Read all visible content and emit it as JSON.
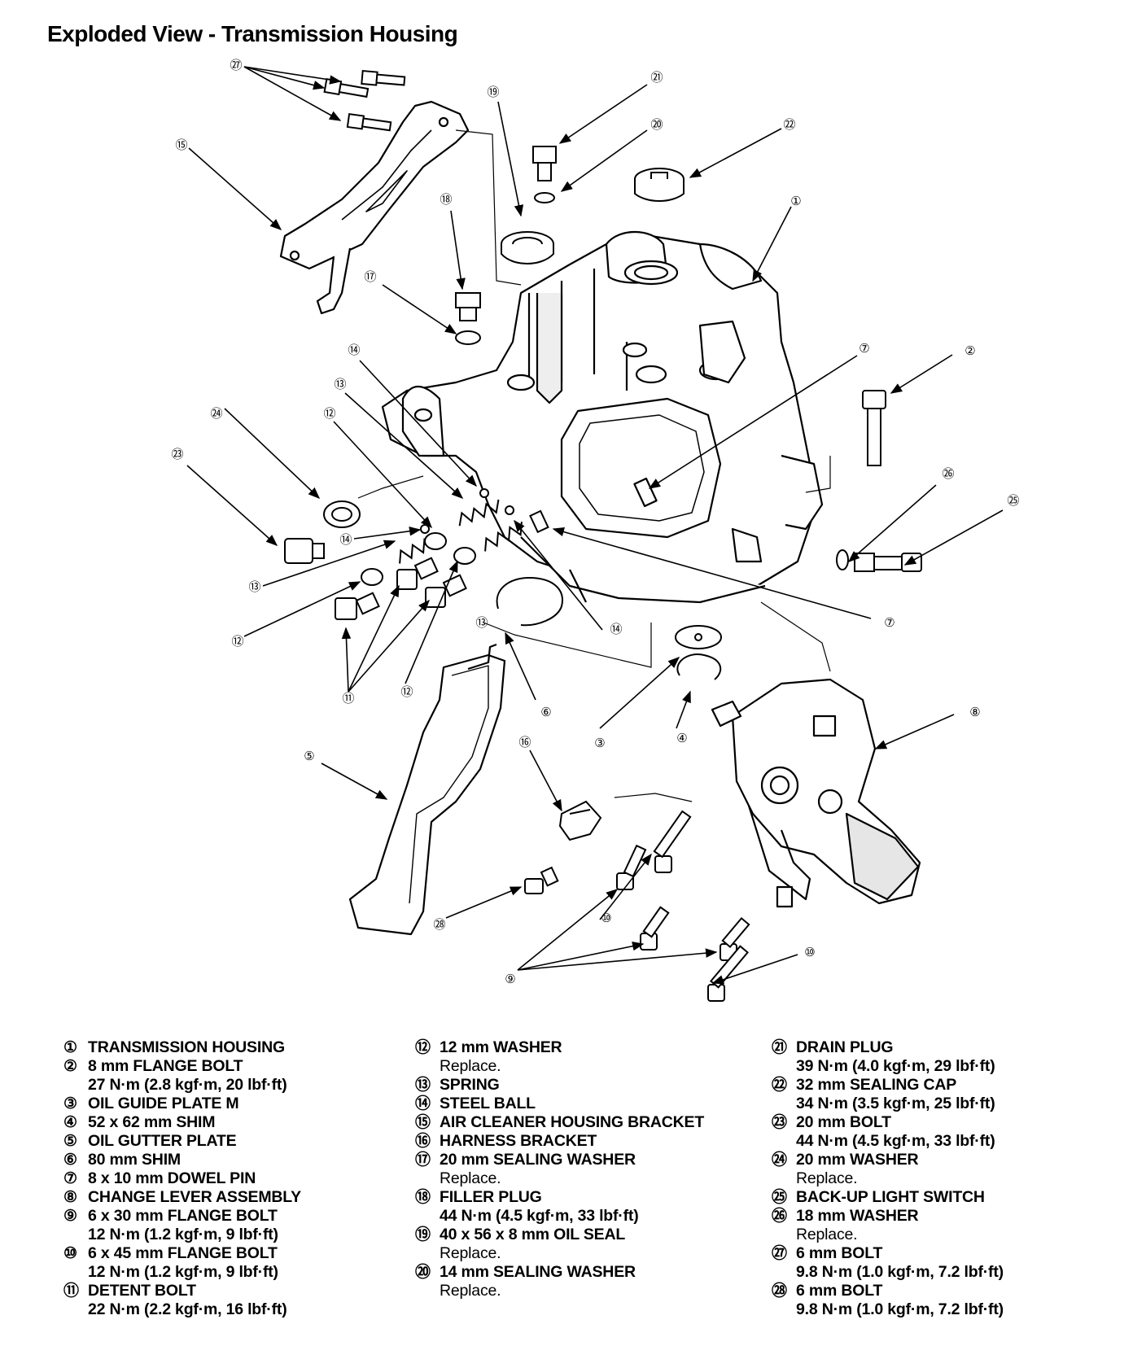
{
  "title": "Exploded View - Transmission Housing",
  "colors": {
    "ink": "#000000",
    "paper": "#ffffff",
    "metal": "#d8d8d8"
  },
  "callouts": [
    "①",
    "②",
    "③",
    "④",
    "⑤",
    "⑥",
    "⑦",
    "⑧",
    "⑨",
    "⑩",
    "⑪",
    "⑫",
    "⑬",
    "⑭",
    "⑮",
    "⑯",
    "⑰",
    "⑱",
    "⑲",
    "⑳",
    "㉑",
    "㉒",
    "㉓",
    "㉔",
    "㉕",
    "㉖",
    "㉗",
    "㉘"
  ],
  "legend": {
    "col1": [
      {
        "num": "①",
        "name": "TRANSMISSION HOUSING"
      },
      {
        "num": "②",
        "name": "8 mm FLANGE BOLT",
        "spec": "27 N·m (2.8 kgf·m, 20 lbf·ft)"
      },
      {
        "num": "③",
        "name": "OIL GUIDE PLATE M"
      },
      {
        "num": "④",
        "name": "52 x 62 mm SHIM"
      },
      {
        "num": "⑤",
        "name": "OIL GUTTER PLATE"
      },
      {
        "num": "⑥",
        "name": "80 mm SHIM"
      },
      {
        "num": "⑦",
        "name": "8 x 10 mm DOWEL PIN"
      },
      {
        "num": "⑧",
        "name": "CHANGE LEVER ASSEMBLY"
      },
      {
        "num": "⑨",
        "name": "6 x 30 mm FLANGE BOLT",
        "spec": "12 N·m (1.2 kgf·m, 9 lbf·ft)"
      },
      {
        "num": "⑩",
        "name": "6 x 45 mm FLANGE BOLT",
        "spec": "12 N·m (1.2 kgf·m, 9 lbf·ft)"
      },
      {
        "num": "⑪",
        "name": "DETENT BOLT",
        "spec": "22 N·m (2.2 kgf·m, 16 lbf·ft)"
      }
    ],
    "col2": [
      {
        "num": "⑫",
        "name": "12 mm WASHER",
        "note": "Replace."
      },
      {
        "num": "⑬",
        "name": "SPRING"
      },
      {
        "num": "⑭",
        "name": "STEEL BALL"
      },
      {
        "num": "⑮",
        "name": "AIR CLEANER HOUSING BRACKET"
      },
      {
        "num": "⑯",
        "name": "HARNESS BRACKET"
      },
      {
        "num": "⑰",
        "name": "20 mm SEALING WASHER",
        "note": "Replace."
      },
      {
        "num": "⑱",
        "name": "FILLER PLUG",
        "spec": "44 N·m (4.5 kgf·m, 33 lbf·ft)"
      },
      {
        "num": "⑲",
        "name": "40 x 56 x 8 mm OIL SEAL",
        "note": "Replace."
      },
      {
        "num": "⑳",
        "name": "14 mm SEALING WASHER",
        "note": "Replace."
      }
    ],
    "col3": [
      {
        "num": "㉑",
        "name": "DRAIN PLUG",
        "spec": "39 N·m (4.0 kgf·m, 29 lbf·ft)"
      },
      {
        "num": "㉒",
        "name": "32 mm SEALING CAP",
        "spec": "34 N·m (3.5 kgf·m, 25 lbf·ft)"
      },
      {
        "num": "㉓",
        "name": "20 mm BOLT",
        "spec": "44 N·m (4.5 kgf·m, 33 lbf·ft)"
      },
      {
        "num": "㉔",
        "name": "20 mm WASHER",
        "note": "Replace."
      },
      {
        "num": "㉕",
        "name": "BACK-UP LIGHT SWITCH"
      },
      {
        "num": "㉖",
        "name": "18 mm WASHER",
        "note": "Replace."
      },
      {
        "num": "㉗",
        "name": "6 mm BOLT",
        "spec": "9.8 N·m (1.0 kgf·m, 7.2 lbf·ft)"
      },
      {
        "num": "㉘",
        "name": "6 mm BOLT",
        "spec": "9.8 N·m (1.0 kgf·m, 7.2 lbf·ft)"
      }
    ]
  }
}
